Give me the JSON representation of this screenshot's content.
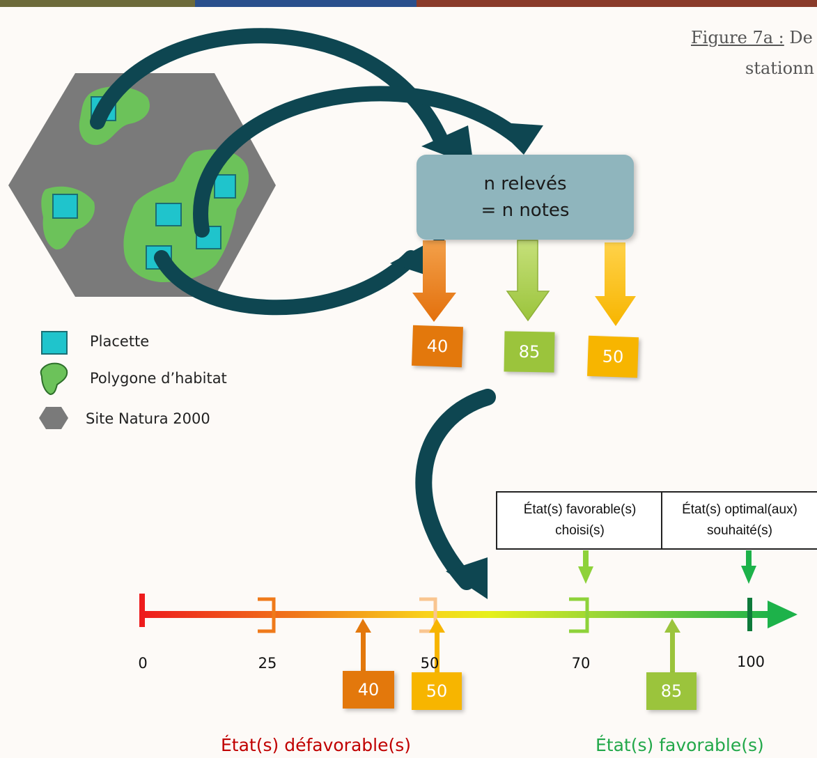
{
  "caption": {
    "figure_label": "Figure 7a :",
    "line1_text": "De",
    "line2_text": "stationn"
  },
  "legend": {
    "placette": "Placette",
    "polygone": "Polygone d’habitat",
    "site": "Site Natura 2000"
  },
  "releves": {
    "line1": "n relevés",
    "line2": "= n notes"
  },
  "notes": [
    {
      "value": "40",
      "color": "#e3780c"
    },
    {
      "value": "85",
      "color": "#9bc43c"
    },
    {
      "value": "50",
      "color": "#f7b500"
    }
  ],
  "scale": {
    "ticks": [
      "0",
      "25",
      "50",
      "70",
      "100"
    ],
    "box_favorable": {
      "line1": "État(s) favorable(s)",
      "line2": "choisi(s)"
    },
    "box_optimal": {
      "line1": "État(s) optimal(aux)",
      "line2": "souhaité(s)"
    },
    "label_defavorable": "État(s) défavorable(s)",
    "label_favorable": "État(s) favorable(s)",
    "label_defavorable_color": "#c00000",
    "label_favorable_color": "#22a84a"
  },
  "colors": {
    "site": "#7a7a7a",
    "polygon": "#6cc25a",
    "placette": "#1fc4cc",
    "curved_arrow": "#0e4651",
    "box": "#8fb5bd"
  }
}
